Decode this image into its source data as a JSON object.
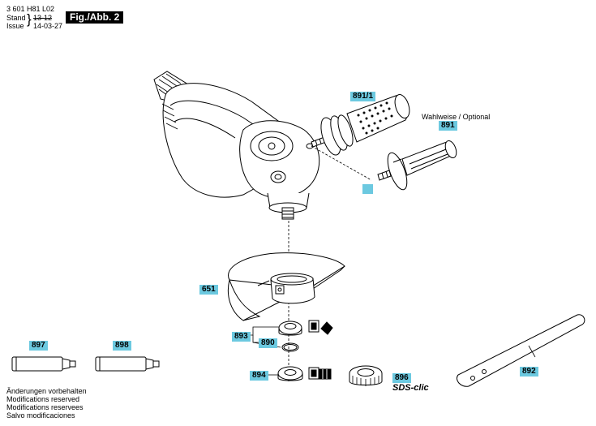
{
  "header": {
    "doc_number": "3 601 H81 L02",
    "stand_label": "Stand",
    "issue_label": "Issue",
    "brace": "}",
    "stand_value": "13-12",
    "issue_value": "14-03-27",
    "figure_label": "Fig./Abb. 2"
  },
  "parts": {
    "p891_1": "891/1",
    "p891": "891",
    "p651": "651",
    "p893": "893",
    "p890": "890",
    "p894": "894",
    "p896": "896",
    "p897": "897",
    "p898": "898",
    "p892": "892"
  },
  "optional_note": "Wahlweise / Optional",
  "sds_label": "SDS-clic",
  "footer": {
    "line1": "Änderungen vorbehalten",
    "line2": "Modifications reserved",
    "line3": "Modifications reservees",
    "line4": "Salvo modificaciones"
  },
  "colors": {
    "label_bg": "#6cc9e0",
    "ink": "#000000"
  }
}
